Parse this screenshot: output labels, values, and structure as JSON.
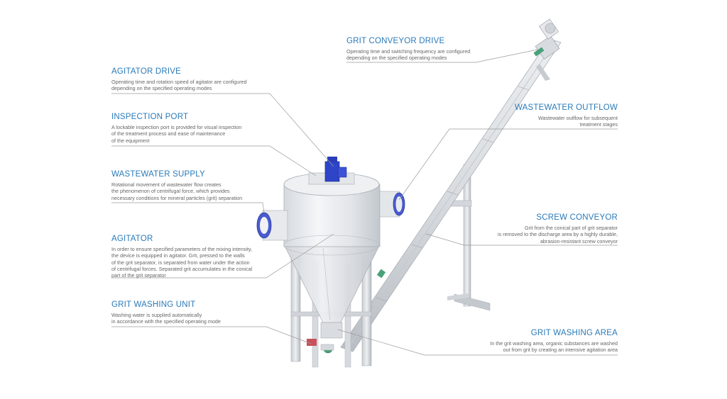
{
  "labels": {
    "grit_conveyor_drive": {
      "title": "GRIT CONVEYOR DRIVE",
      "lines": [
        "Operating time and switching frequency are configured",
        "depending on the specified operating modes"
      ]
    },
    "agitator_drive": {
      "title": "AGITATOR DRIVE",
      "lines": [
        "Operating time and rotation speed of agitator are configured",
        "depending on the specified operating modes"
      ]
    },
    "inspection_port": {
      "title": "INSPECTION PORT",
      "lines": [
        "A lockable inspection port is provided for visual inspection",
        "of the treatment process and ease of maintenance",
        "of the equipment"
      ]
    },
    "wastewater_supply": {
      "title": "WASTEWATER SUPPLY",
      "lines": [
        "Rotational movement of wastewater flow creates",
        "the phenomenon of centrifugal force, which provides",
        "necessary conditions for mineral particles (grit) separation"
      ]
    },
    "agitator": {
      "title": "AGITATOR",
      "lines": [
        "In order to ensure specified parameters of the mixing intensity,",
        "the device is equipped in agitator. Grit, pressed to the walls",
        "of the grit separator, is separated from water under the action",
        "of centrifugal forces. Separated grit accumulates in the conical",
        "part of the grit separator"
      ]
    },
    "grit_washing_unit": {
      "title": "GRIT WASHING UNIT",
      "lines": [
        "Washing water is supplied automatically",
        "in accordance with the specified operating mode"
      ]
    },
    "wastewater_outflow": {
      "title": "WASTEWATER OUTFLOW",
      "lines": [
        "Wastewater outflow for subsequent",
        "treatment stages"
      ]
    },
    "screw_conveyor": {
      "title": "SCREW CONVEYOR",
      "lines": [
        "Grit from the conical part of grit separator",
        "is removed to the discharge area by a highly durable,",
        "abrasion-resistant screw conveyor"
      ]
    },
    "grit_washing_area": {
      "title": "GRIT WASHING AREA",
      "lines": [
        "In the grit washing area, organic substances are washed",
        "out from grit by creating an intensive agitation area"
      ]
    }
  },
  "colors": {
    "accent": "#2a7ab8",
    "text": "#666666",
    "leader": "#9a9a9a",
    "motor": "#2f45c8",
    "flange": "#4a5bd0"
  }
}
